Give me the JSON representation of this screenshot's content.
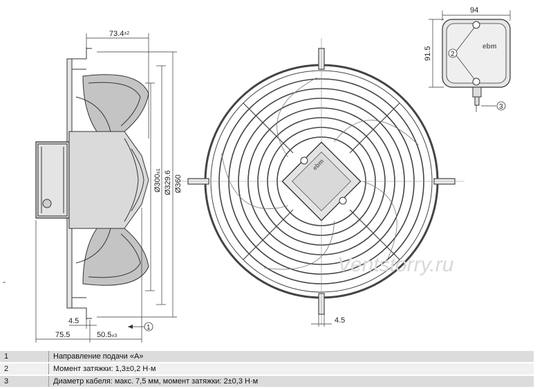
{
  "dimensions": {
    "depth_total": "73.4",
    "depth_tol": "±2",
    "dia_300": "Ø300",
    "dia_300_tol": "±1",
    "dia_329": "Ø329.6",
    "dia_360": "Ø360",
    "offset_left": "75.5",
    "offset_right": "50.5",
    "offset_right_tol": "±3",
    "flange_thickness": "4.5",
    "hole_width": "4.5",
    "box_width": "94",
    "box_height": "91.5"
  },
  "callouts": [
    "1",
    "2",
    "3"
  ],
  "brand": "ebm",
  "watermark": "Ventstorry.ru",
  "legend": [
    {
      "num": "1",
      "text": "Направление подачи «А»"
    },
    {
      "num": "2",
      "text": "Момент затяжки: 1,3±0,2 Н·м"
    },
    {
      "num": "3",
      "text": "Диаметр кабеля: макс. 7,5 мм, момент затяжки: 2±0,3 Н·м"
    }
  ]
}
